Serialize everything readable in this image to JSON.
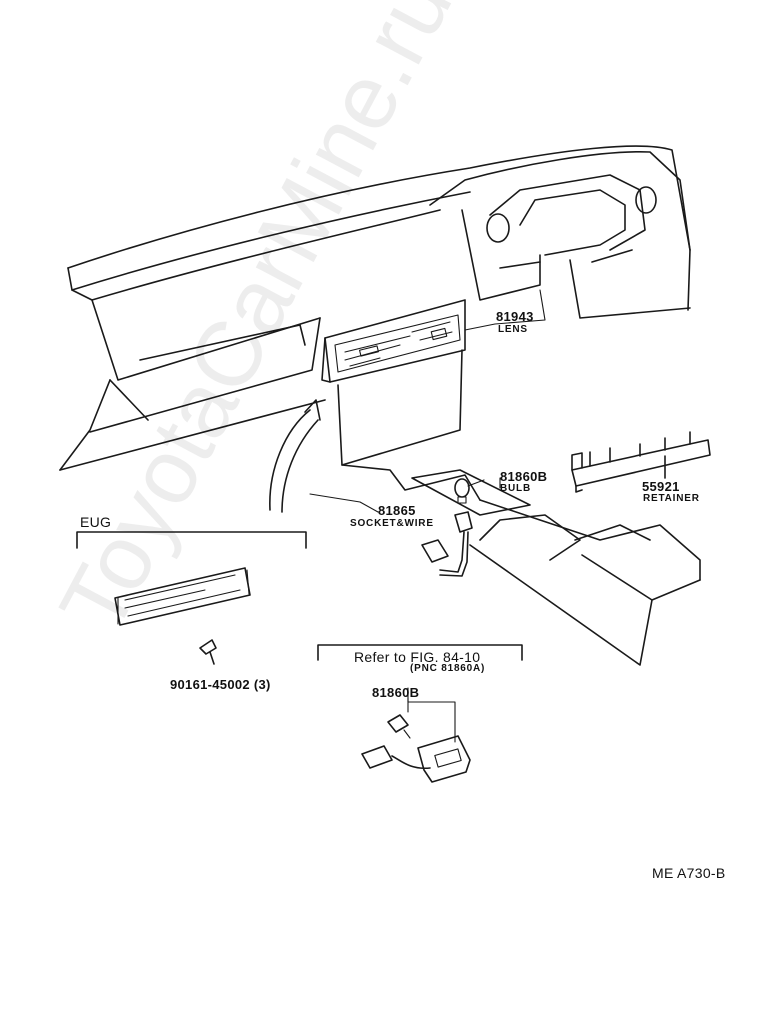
{
  "labels": {
    "lens_pn": "81943",
    "lens_name": "LENS",
    "bulb_pn": "81860B",
    "bulb_name": "BULB",
    "retainer_pn": "55921",
    "retainer_name": "RETAINER",
    "socket_pn": "81865",
    "socket_name": "SOCKET&WIRE",
    "eug": "EUG",
    "screw_pn": "90161-45002 (3)",
    "refer": "Refer to FIG. 84-10",
    "pnc": "(PNC 81860A)",
    "bulb2_pn": "81860B",
    "code": "ME A730-B"
  },
  "watermark": "ToyotaCarMine.ru",
  "colors": {
    "line": "#1a1a1a",
    "background": "#ffffff"
  }
}
